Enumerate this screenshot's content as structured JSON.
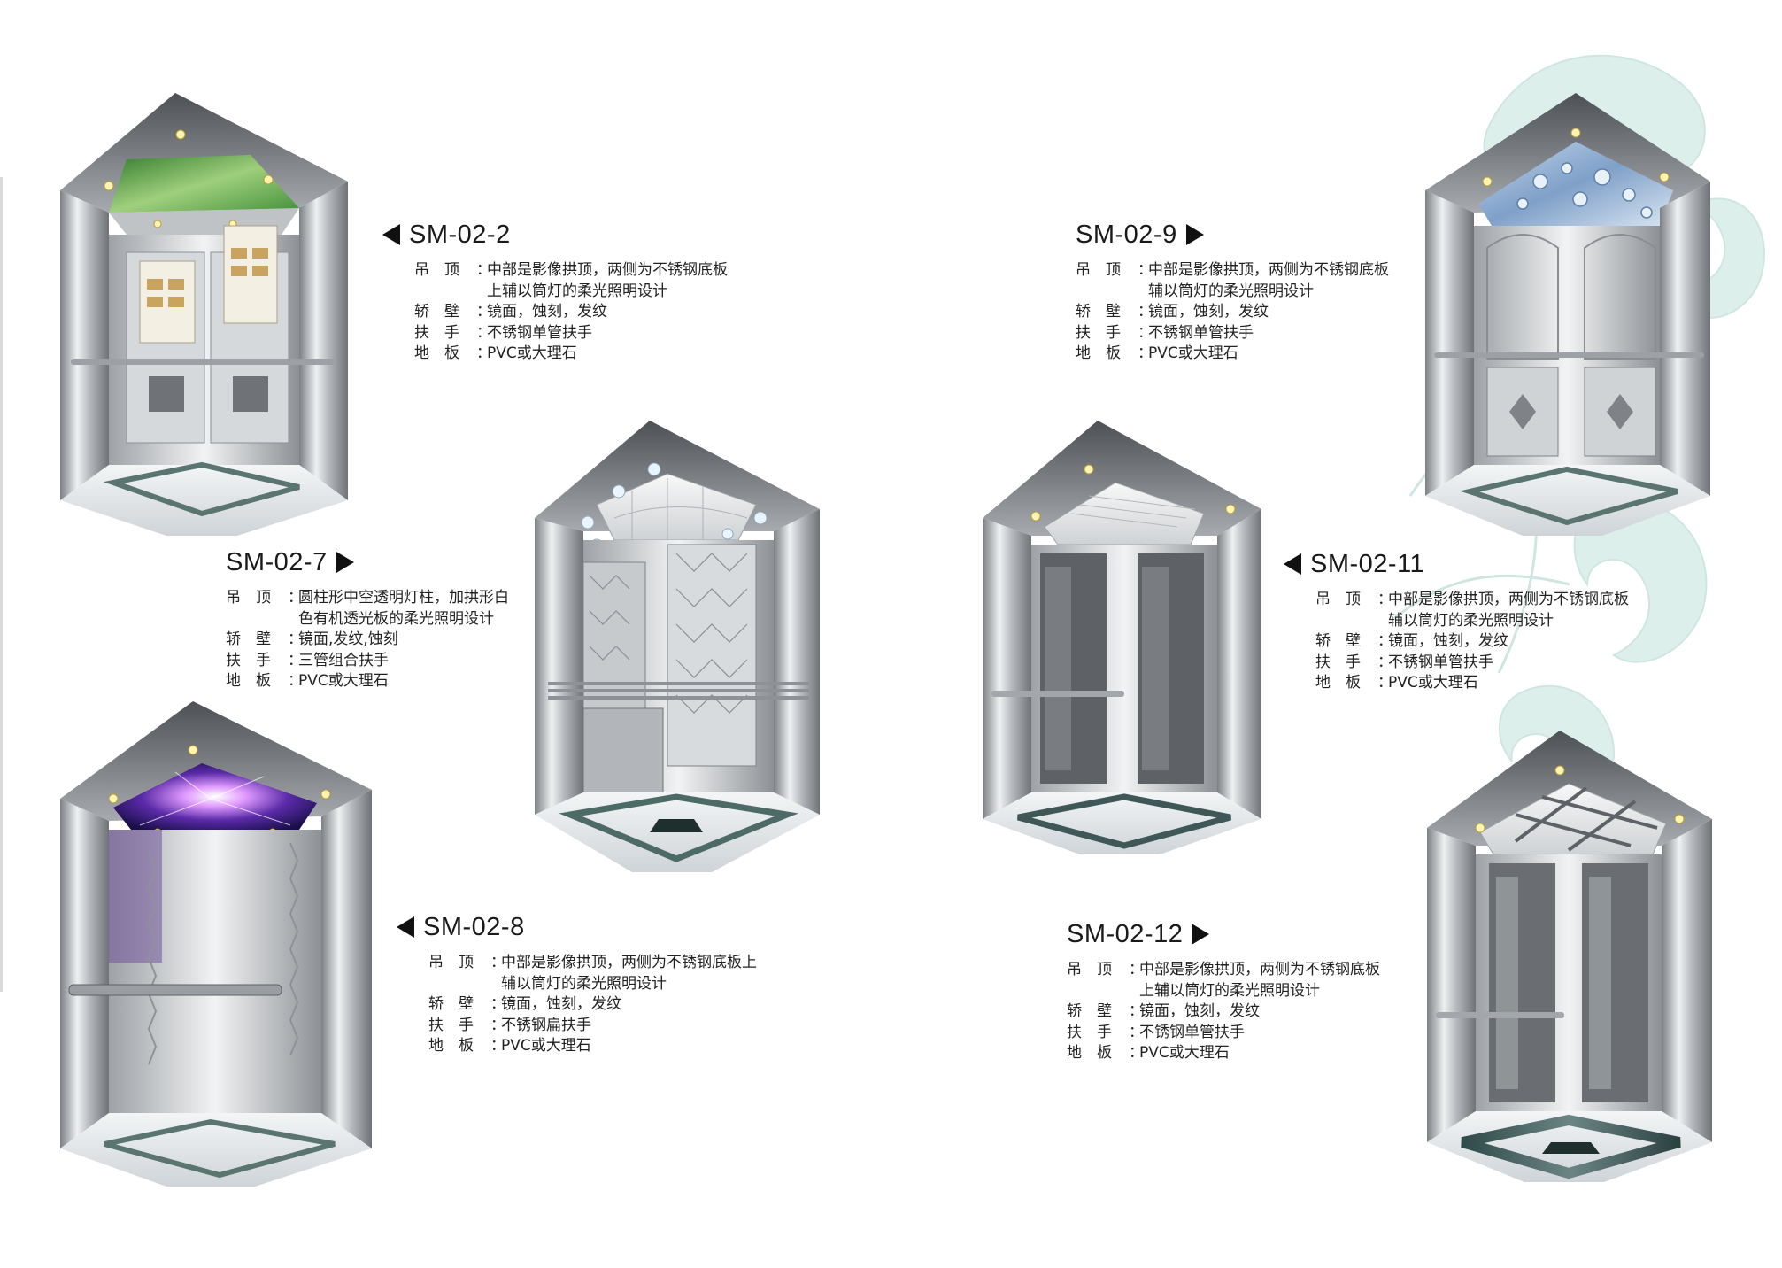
{
  "labels": {
    "ceiling": "吊　顶",
    "wall": "轿　壁",
    "handrail": "扶　手",
    "floor": "地　板",
    "colon": "："
  },
  "colors": {
    "steel_light": "#e9ecee",
    "steel_dark": "#7f8387",
    "ceiling_dark": "#5f6266",
    "marble": "#e6e9ec",
    "accent_flourish": "#dbeee9"
  },
  "products": [
    {
      "model": "SM-02-2",
      "arrow": "left",
      "ceiling": "中部是影像拱顶，两侧为不锈钢底板",
      "ceiling_cont": "上辅以筒灯的柔光照明设计",
      "wall": "镜面，蚀刻，发纹",
      "handrail": "不锈钢单管扶手",
      "floor": "PVC或大理石"
    },
    {
      "model": "SM-02-7",
      "arrow": "right",
      "ceiling": "圆柱形中空透明灯柱，加拱形白",
      "ceiling_cont": "色有机透光板的柔光照明设计",
      "wall": "镜面,发纹,蚀刻",
      "handrail": "三管组合扶手",
      "floor": "PVC或大理石"
    },
    {
      "model": "SM-02-8",
      "arrow": "left",
      "ceiling": "中部是影像拱顶，两侧为不锈钢底板上",
      "ceiling_cont": "辅以筒灯的柔光照明设计",
      "wall": "镜面，蚀刻，发纹",
      "handrail": "不锈钢扁扶手",
      "floor": "PVC或大理石"
    },
    {
      "model": "SM-02-9",
      "arrow": "right",
      "ceiling": "中部是影像拱顶，两侧为不锈钢底板",
      "ceiling_cont": "辅以筒灯的柔光照明设计",
      "wall": "镜面，蚀刻，发纹",
      "handrail": "不锈钢单管扶手",
      "floor": "PVC或大理石"
    },
    {
      "model": "SM-02-11",
      "arrow": "left",
      "ceiling": "中部是影像拱顶，两侧为不锈钢底板",
      "ceiling_cont": "辅以筒灯的柔光照明设计",
      "wall": "镜面，蚀刻，发纹",
      "handrail": "不锈钢单管扶手",
      "floor": "PVC或大理石"
    },
    {
      "model": "SM-02-12",
      "arrow": "right",
      "ceiling": "中部是影像拱顶，两侧为不锈钢底板",
      "ceiling_cont": "上辅以筒灯的柔光照明设计",
      "wall": "镜面，蚀刻，发纹",
      "handrail": "不锈钢单管扶手",
      "floor": "PVC或大理石"
    }
  ]
}
